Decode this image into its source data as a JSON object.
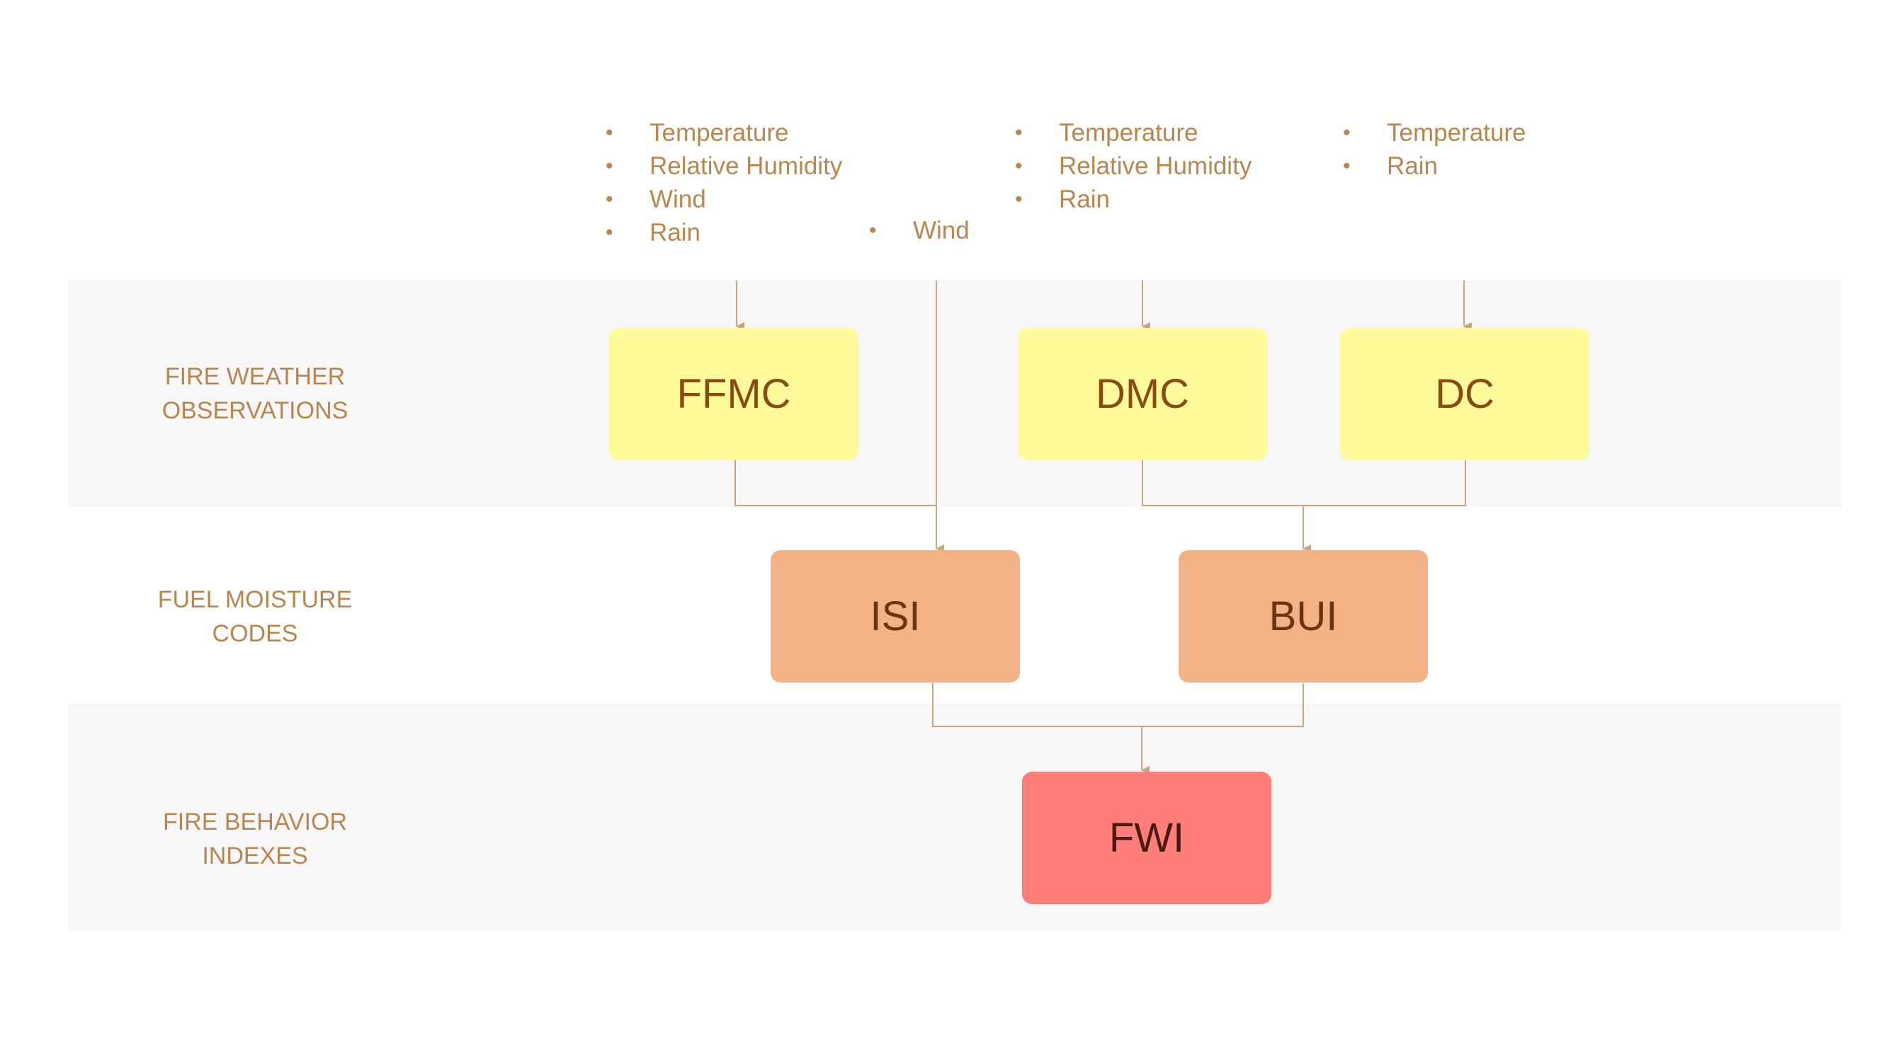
{
  "rows": {
    "observations": [
      "FIRE WEATHER",
      "OBSERVATIONS"
    ],
    "moisture": [
      "FUEL MOISTURE",
      "CODES"
    ],
    "behavior": [
      "FIRE BEHAVIOR",
      "INDEXES"
    ]
  },
  "inputs": {
    "ffmc": [
      "Temperature",
      "Relative Humidity",
      "Wind",
      "Rain"
    ],
    "isi": [
      "Wind"
    ],
    "dmc": [
      "Temperature",
      "Relative Humidity",
      "Rain"
    ],
    "dc": [
      "Temperature",
      "Rain"
    ]
  },
  "nodes": {
    "ffmc": "FFMC",
    "dmc": "DMC",
    "dc": "DC",
    "isi": "ISI",
    "bui": "BUI",
    "fwi": "FWI"
  },
  "colors": {
    "text_accent": "#b8864f",
    "connector": "#c9a57a",
    "band": "#f7f7f7",
    "observation_box": "#fffb9a",
    "moisture_box": "#f2b285",
    "behavior_box": "#ff7e7a"
  }
}
